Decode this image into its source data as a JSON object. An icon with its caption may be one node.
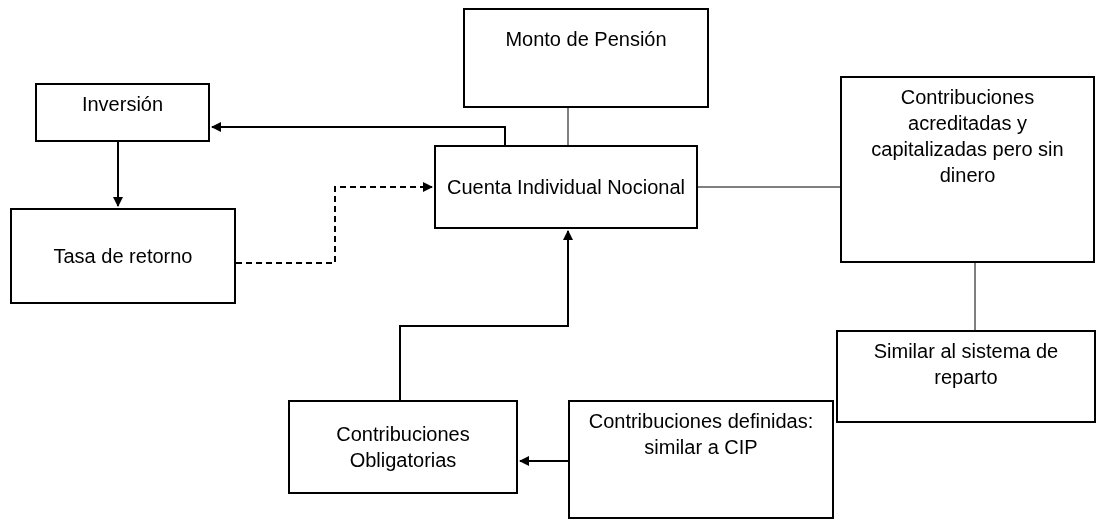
{
  "diagram": {
    "nodes": [
      {
        "text": [
          "Monto de Pensión"
        ]
      },
      {
        "text": [
          "Inversión"
        ]
      },
      {
        "text": [
          "Cuenta Individual Nocional"
        ]
      },
      {
        "text": [
          "Contribuciones acreditadas y capitalizadas pero sin dinero"
        ]
      },
      {
        "text": [
          "Tasa de retorno"
        ]
      },
      {
        "text": [
          "Similar al sistema de reparto"
        ]
      },
      {
        "text": [
          "Contribuciones Obligatorias"
        ]
      },
      {
        "text": [
          "Contribuciones definidas: similar a CIP"
        ]
      }
    ],
    "edges": [
      {
        "from": 0,
        "to": 2,
        "arrow": "none"
      },
      {
        "from": 2,
        "to": 1,
        "arrow": "to"
      },
      {
        "from": 1,
        "to": 4,
        "arrow": "to"
      },
      {
        "from": 4,
        "to": 2,
        "arrow": "to",
        "style": "dashed"
      },
      {
        "from": 6,
        "to": 2,
        "arrow": "to"
      },
      {
        "from": 2,
        "to": 3,
        "arrow": "none"
      },
      {
        "from": 3,
        "to": 5,
        "arrow": "none"
      },
      {
        "from": 7,
        "to": 6,
        "arrow": "to"
      }
    ]
  }
}
